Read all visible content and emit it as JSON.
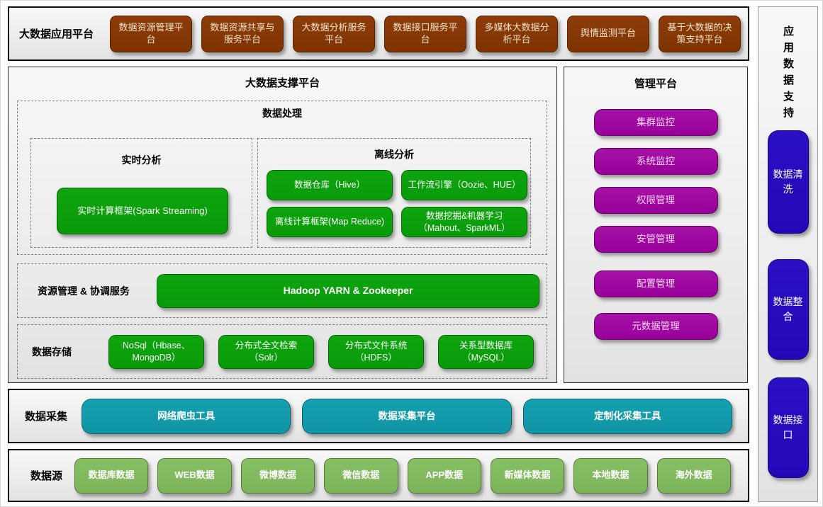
{
  "colors": {
    "brown": "#7E3300",
    "green": "#0A9A0A",
    "purple": "#99009B",
    "teal": "#1095A5",
    "light_green": "#7DB45A",
    "blue": "#2408B8",
    "panel_bg": "#EDEDED"
  },
  "app_layer": {
    "label": "大数据应用平台",
    "boxes": [
      "数据资源管理平台",
      "数据资源共享与服务平台",
      "大数据分析服务平台",
      "数据接口服务平台",
      "多媒体大数据分析平台",
      "舆情监测平台",
      "基于大数据的决策支持平台"
    ]
  },
  "support": {
    "title": "大数据支撑平台",
    "processing": {
      "title": "数据处理",
      "realtime": {
        "title": "实时分析",
        "box": "实时计算框架(Spark Streaming)"
      },
      "offline": {
        "title": "离线分析",
        "boxes": [
          "数据仓库（Hive）",
          "工作流引擎（Oozie、HUE）",
          "离线计算框架(Map Reduce)",
          "数据挖掘&机器学习（Mahout、SparkML）"
        ]
      }
    },
    "resource": {
      "label": "资源管理 & 协调服务",
      "box": "Hadoop YARN & Zookeeper"
    },
    "storage": {
      "label": "数据存储",
      "boxes": [
        "NoSql（Hbase、MongoDB）",
        "分布式全文检索（Solr）",
        "分布式文件系统（HDFS）",
        "关系型数据库（MySQL）"
      ]
    }
  },
  "management": {
    "title": "管理平台",
    "boxes": [
      "集群监控",
      "系统监控",
      "权限管理",
      "安管管理",
      "配置管理",
      "元数据管理"
    ]
  },
  "collection": {
    "label": "数据采集",
    "boxes": [
      "网络爬虫工具",
      "数据采集平台",
      "定制化采集工具"
    ]
  },
  "sources": {
    "label": "数据源",
    "boxes": [
      "数据库数据",
      "WEB数据",
      "微博数据",
      "微信数据",
      "APP数据",
      "新媒体数据",
      "本地数据",
      "海外数据"
    ]
  },
  "sidebar": {
    "title": "应用数据支持",
    "boxes": [
      "数据清洗",
      "数据整合",
      "数据接口"
    ]
  }
}
